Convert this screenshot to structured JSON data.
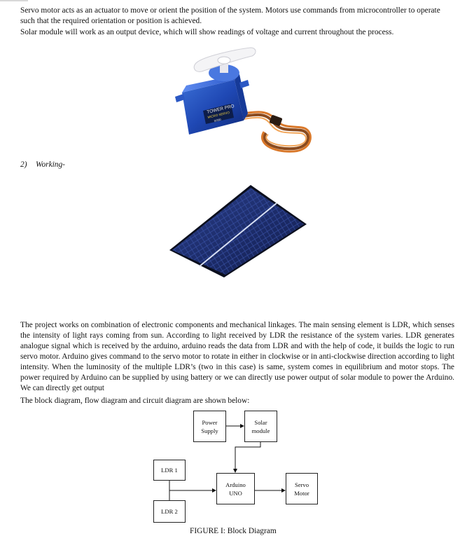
{
  "paragraphs": {
    "servo": "Servo motor acts as an actuator to move or orient the position of the system. Motors use commands from microcontroller to operate such that the required orientation or position is achieved.",
    "solar": "Solar module will work as an output device, which will show readings of voltage and current throughout the process.",
    "working": "The project works on combination of electronic components and mechanical linkages. The main sensing element is LDR, which senses the intensity of light rays coming from sun. According to light received by LDR the resistance of the system varies. LDR generates analogue signal which is received by the arduino, arduino reads the data from LDR and with the help of code, it builds the logic to run servo motor. Arduino gives command to the servo motor to rotate in either in clockwise or in anti-clockwise direction according to light intensity. When the luminosity of the multiple LDR’s (two in this case) is same, system comes in equilibrium and motor stops. The power required by Arduino can be supplied by using battery or we can directly use power output of solar module to power the Arduino. We can directly get output",
    "diagrams_intro": "The block diagram, flow diagram and circuit diagram are shown below:"
  },
  "heading": {
    "number": "2)",
    "label": "Working-"
  },
  "images": {
    "servo_label_line1": "TOWER PRO",
    "servo_label_line2": "MICRO SERVO",
    "servo_label_line3": "SG90"
  },
  "block_diagram": {
    "power_supply": "Power\nSupply",
    "solar_module": "Solar\nmodule",
    "ldr1": "LDR 1",
    "ldr2": "LDR 2",
    "arduino": "Arduino\nUNO",
    "servo": "Servo\nMotor",
    "caption": "FIGURE I: Block Diagram"
  }
}
